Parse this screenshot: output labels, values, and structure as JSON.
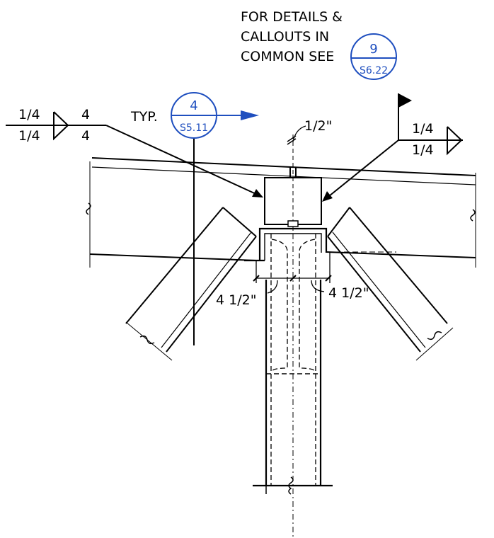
{
  "note": {
    "line1": "FOR DETAILS &",
    "line2": "CALLOUTS IN",
    "line3": "COMMON SEE"
  },
  "callouts": {
    "common": {
      "number": "9",
      "sheet": "S6.22"
    },
    "typical": {
      "prefix": "TYP.",
      "number": "4",
      "sheet": "S5.11"
    }
  },
  "welds": {
    "left": {
      "top_size": "1/4",
      "top_length": "4",
      "bottom_size": "1/4",
      "bottom_length": "4"
    },
    "right": {
      "top_size": "1/4",
      "bottom_size": "1/4"
    }
  },
  "dimensions": {
    "plate_gap": "1/2\"",
    "left_offset": "4 1/2\"",
    "right_offset": "4 1/2\""
  },
  "colors": {
    "linework": "#000000",
    "callout": "#1f4fbf"
  }
}
